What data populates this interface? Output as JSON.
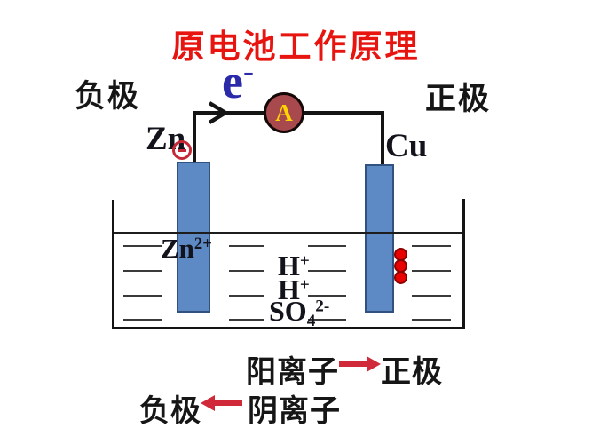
{
  "title": "原电池工作原理",
  "electrode_labels": {
    "negative_top": "负极",
    "positive_top": "正极"
  },
  "circuit": {
    "electron": {
      "base": "e",
      "sup": "-"
    },
    "ammeter_letter": "A"
  },
  "electrodes": {
    "zinc": "Zn",
    "copper": "Cu"
  },
  "ions": {
    "zinc": {
      "base": "Zn",
      "sup": "2+"
    },
    "hydrogen_a": {
      "base": "H",
      "sup": "+"
    },
    "hydrogen_b": {
      "base": "H",
      "sup": "+"
    },
    "sulfate": {
      "base": "SO",
      "sub": "4",
      "sup": "2-"
    }
  },
  "legend": {
    "cation": {
      "label": "阳离子",
      "target": "正极"
    },
    "anion": {
      "target": "负极",
      "label": "阴离子"
    }
  },
  "colors": {
    "title_red": "#e71410",
    "electron_blue": "#2b2baa",
    "ammeter_fill": "#a8494e",
    "ammeter_letter": "#ffd400",
    "electrode_fill": "#5d8ac4",
    "electrode_border": "#31517e",
    "ion_dot_red": "#e80202",
    "legend_arrow_red": "#d02a3a",
    "wire_black": "#141414"
  }
}
